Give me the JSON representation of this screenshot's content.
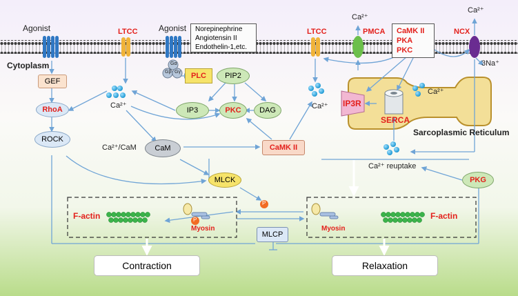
{
  "membrane_labels": {
    "agonist_left": "Agonist",
    "ltcc_left": "LTCC",
    "agonist_mid": "Agonist",
    "ltcc_right": "LTCC",
    "pmca": "PMCA",
    "ncx": "NCX",
    "ca_pmca": "Ca²⁺",
    "ca_ncx": "Ca²⁺",
    "na": "3Na⁺"
  },
  "agonist_box": {
    "lines": [
      "Norepinephrine",
      "Angiotensin II",
      "Endothelin-1,etc."
    ]
  },
  "kinase_box": {
    "lines": [
      "CaMK II",
      "PKA",
      "PKC"
    ]
  },
  "g_protein": {
    "a": "Gα",
    "b": "Gβ",
    "c": "Gγ"
  },
  "cytoplasm": "Cytoplasm",
  "nodes": {
    "gef": "GEF",
    "rhoa": "RhoA",
    "rock": "ROCK",
    "plc": "PLC",
    "pip2": "PIP2",
    "ip3": "IP3",
    "pkc": "PKC",
    "dag": "DAG",
    "ca_center": "Ca²⁺",
    "ca_cam_label": "Ca²⁺/CaM",
    "cam": "CaM",
    "camk2": "CaMK II",
    "mlck": "MLCK",
    "ca_right": "Ca²⁺",
    "ip3r": "IP3R",
    "serca": "SERCA",
    "sr_ca": "Ca²⁺",
    "sr_label": "Sarcoplasmic Reticulum",
    "reuptake": "Ca²⁺ reuptake",
    "pkg": "PKG",
    "phospho": "P",
    "mlcp": "MLCP"
  },
  "contract_box": {
    "factin": "F-actin",
    "myosin": "Myosin",
    "p": "P"
  },
  "relax_box": {
    "factin": "F-actin",
    "myosin": "Myosin"
  },
  "outcomes": {
    "contraction": "Contraction",
    "relaxation": "Relaxation"
  },
  "colors": {
    "red_label": "#e3201b",
    "arrow": "#6fa4d6",
    "membrane_dot": "#444444",
    "ltcc": "#f0b33a",
    "gpcr": "#2f77c3",
    "pmca": "#6cbf4b",
    "ncx": "#6a2c91",
    "sr_fill": "#f3df98",
    "sr_stroke": "#b9902c",
    "pkc_fill": "#cde8b8",
    "plc_fill": "#f6e36a",
    "camk_fill": "#f9d9c8",
    "node_fill": "#dbe8f6",
    "ca_ion": "#1aa0d8",
    "actin": "#3bb34a"
  }
}
